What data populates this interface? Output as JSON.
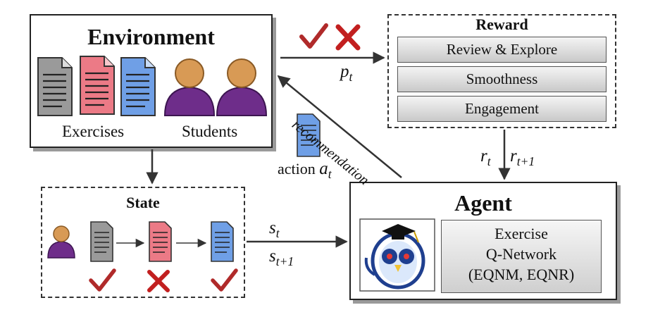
{
  "environment": {
    "title": "Environment",
    "exercises_label": "Exercises",
    "students_label": "Students"
  },
  "reward": {
    "title": "Reward",
    "items": [
      "Review & Explore",
      "Smoothness",
      "Engagement"
    ]
  },
  "state": {
    "title": "State"
  },
  "agent": {
    "title": "Agent",
    "network_line1": "Exercise",
    "network_line2": "Q-Network",
    "network_line3": "(EQNM, EQNR)"
  },
  "edges": {
    "p": "p",
    "p_sub": "t",
    "r1": "r",
    "r1_sub": "t",
    "r2": "r",
    "r2_sub": "t+1",
    "s1": "s",
    "s1_sub": "t",
    "s2": "s",
    "s2_sub": "t+1",
    "action_word": "action",
    "a": "a",
    "a_sub": "t",
    "recommendation": "recommendation"
  },
  "colors": {
    "check": "#b02a2a",
    "cross": "#c21f1f",
    "student": "#6e2d8a",
    "student_head": "#d89a55",
    "doc_gray": "#9a9a9a",
    "doc_red": "#ec7a86",
    "doc_blue": "#6f9fe6"
  }
}
